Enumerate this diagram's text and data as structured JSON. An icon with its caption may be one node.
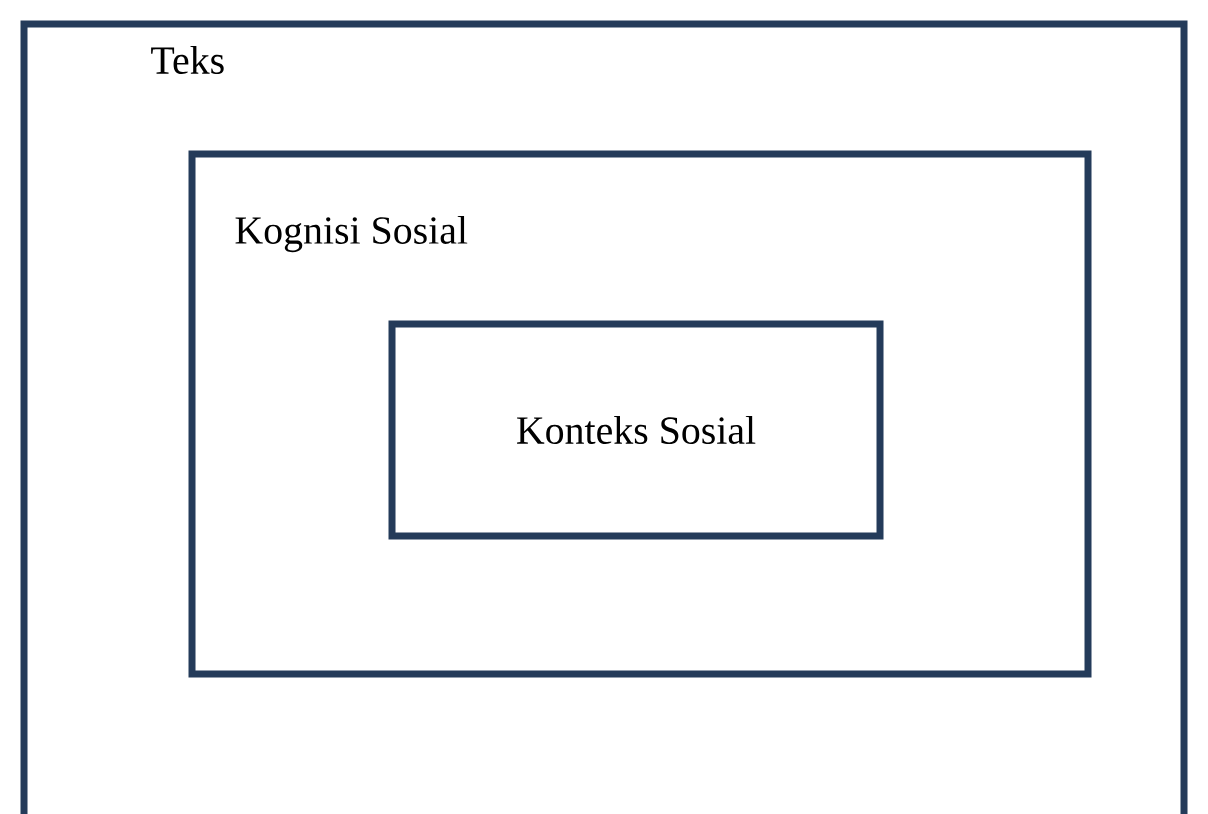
{
  "diagram": {
    "nodes": [
      {
        "text": [
          "Teks"
        ]
      },
      {
        "text": [
          "Kognisi Sosial"
        ],
        "in": 0
      },
      {
        "text": [
          "Konteks Sosial"
        ],
        "in": 1
      }
    ]
  }
}
